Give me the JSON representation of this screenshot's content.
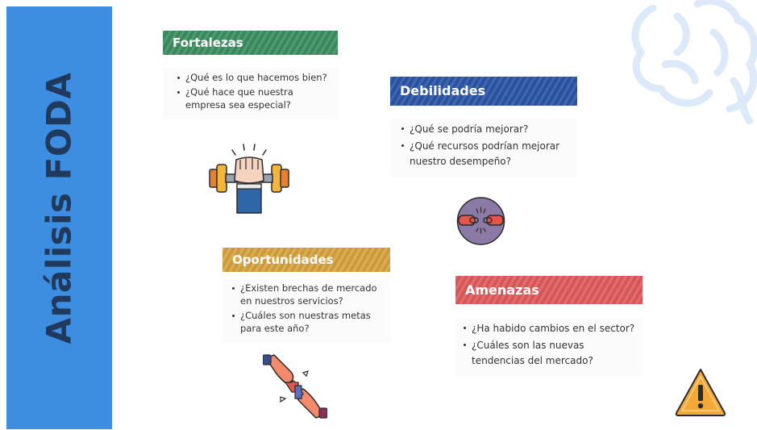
{
  "slide": {
    "side_title": "Análisis FODA"
  },
  "quadrants": {
    "fortalezas": {
      "title": "Fortalezas",
      "color": "#3d8f62",
      "items": [
        "¿Qué es lo que hacemos bien?",
        "¿Qué hace que nuestra empresa sea especial?"
      ],
      "icon": "dumbbell-fist-icon"
    },
    "debilidades": {
      "title": "Debilidades",
      "color": "#2d56a8",
      "items": [
        "¿Qué se podría mejorar?",
        "¿Qué recursos podrían mejorar nuestro desempeño?"
      ],
      "icon": "broken-chain-icon"
    },
    "oportunidades": {
      "title": "Oportunidades",
      "color": "#d8a440",
      "items": [
        "¿Existen brechas de mercado en nuestros servicios?",
        "¿Cuáles son nuestras metas para este año?"
      ],
      "icon": "puzzle-hands-icon"
    },
    "amenazas": {
      "title": "Amenazas",
      "color": "#e05c5c",
      "items": [
        "¿Ha habido cambios en el sector?",
        "¿Cuáles son las nuevas tendencias del mercado?"
      ],
      "icon": "warning-icon"
    }
  },
  "colors": {
    "side_band": "#3d8de0",
    "side_title": "#1f3a5c",
    "brain_decoration": "#dbe9f8"
  }
}
